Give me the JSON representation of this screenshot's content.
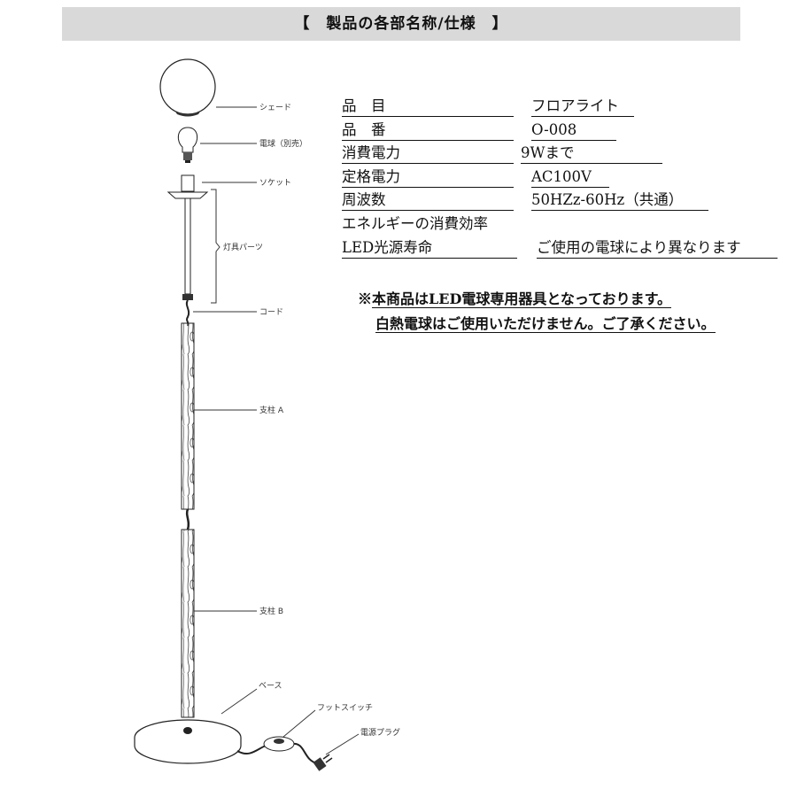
{
  "header": {
    "title": "【　製品の各部名称/仕様　】"
  },
  "parts": {
    "shade": "シェード",
    "bulb": "電球（別売）",
    "socket": "ソケット",
    "fixture": "灯具パーツ",
    "cord": "コード",
    "pole_a": "支柱 A",
    "pole_b": "支柱 B",
    "base": "ベース",
    "foot_switch": "フットスイッチ",
    "plug": "電源プラグ"
  },
  "specs": [
    {
      "label": "品　目",
      "value": "フロアライト"
    },
    {
      "label": "品　番",
      "value": "O-008"
    },
    {
      "label": "消費電力",
      "value": "9Wまで"
    },
    {
      "label": "定格電力",
      "value": "AC100V"
    },
    {
      "label": "周波数",
      "value": "50HZz-60Hz（共通）"
    },
    {
      "label": "エネルギーの消費効率",
      "value": ""
    },
    {
      "label": "LED光源寿命",
      "value": "ご使用の電球により異なります"
    }
  ],
  "notice": {
    "mark": "※",
    "line1": "本商品はLED電球専用器具となっております。",
    "line2": "白熱電球はご使用いただけません。ご了承ください。"
  }
}
